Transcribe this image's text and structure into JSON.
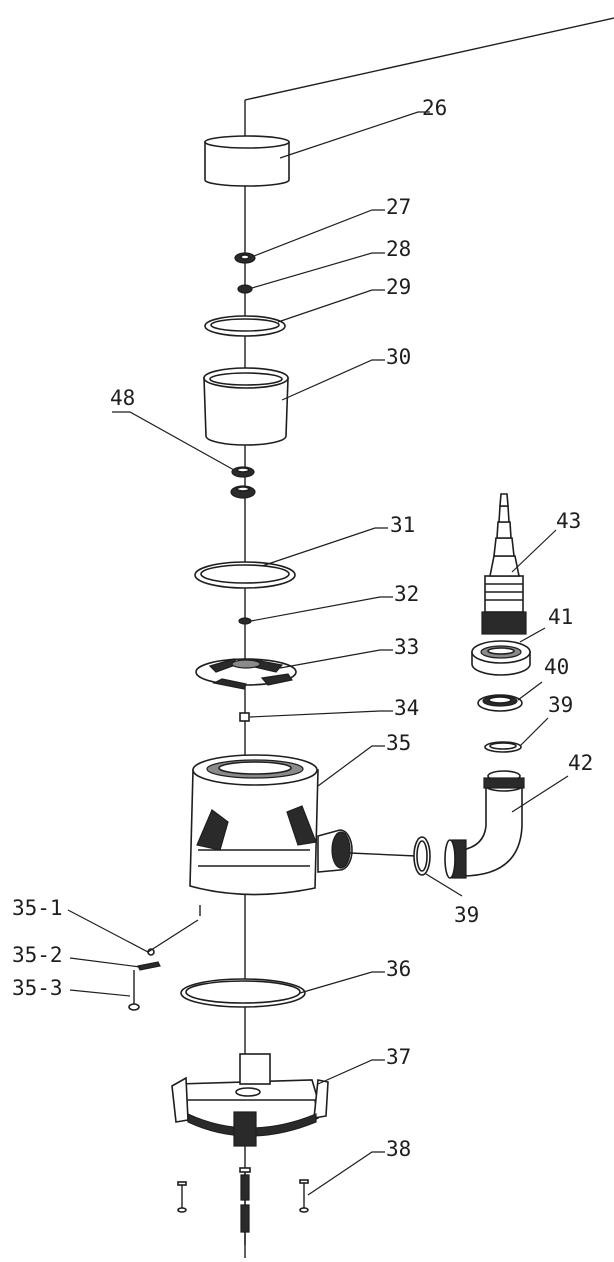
{
  "labels": {
    "l26": "26",
    "l27": "27",
    "l28": "28",
    "l29": "29",
    "l30": "30",
    "l48": "48",
    "l31": "31",
    "l32": "32",
    "l33": "33",
    "l34": "34",
    "l35": "35",
    "l35_1": "35-1",
    "l35_2": "35-2",
    "l35_3": "35-3",
    "l36": "36",
    "l37": "37",
    "l38": "38",
    "l39a": "39",
    "l39b": "39",
    "l40": "40",
    "l41": "41",
    "l42": "42",
    "l43": "43"
  },
  "colors": {
    "ink": "#1e1e1e",
    "background": "#ffffff",
    "shade": "#2a2a2a"
  }
}
